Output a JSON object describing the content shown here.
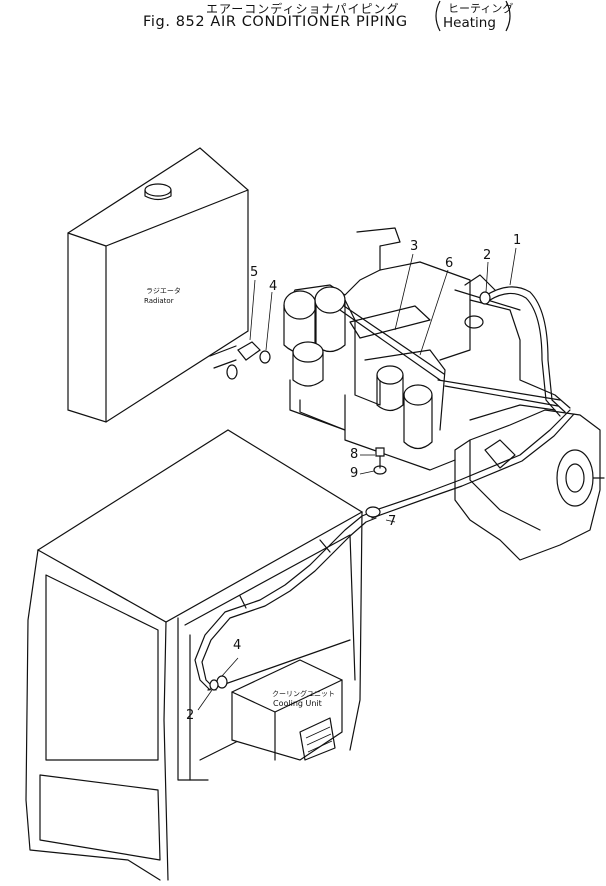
{
  "title": {
    "japanese": "エアーコンディショナパイピング",
    "english": "Fig. 852  AIR  CONDITIONER  PIPING",
    "qualifier_japanese": "ヒーティング",
    "qualifier_english": "Heating"
  },
  "components": {
    "radiator": {
      "label_jp": "ラジエータ",
      "label_en": "Radiator"
    },
    "cooling_unit": {
      "label_jp": "クーリングユニット",
      "label_en": "Cooling Unit"
    }
  },
  "callouts": [
    {
      "id": "c1",
      "text": "1"
    },
    {
      "id": "c2",
      "text": "2"
    },
    {
      "id": "c3",
      "text": "3"
    },
    {
      "id": "c4",
      "text": "4"
    },
    {
      "id": "c5",
      "text": "5"
    },
    {
      "id": "c6",
      "text": "6"
    },
    {
      "id": "c7",
      "text": "7"
    },
    {
      "id": "c8",
      "text": "8"
    },
    {
      "id": "c9",
      "text": "9"
    },
    {
      "id": "c4b",
      "text": "4"
    },
    {
      "id": "c2b",
      "text": "2"
    }
  ]
}
